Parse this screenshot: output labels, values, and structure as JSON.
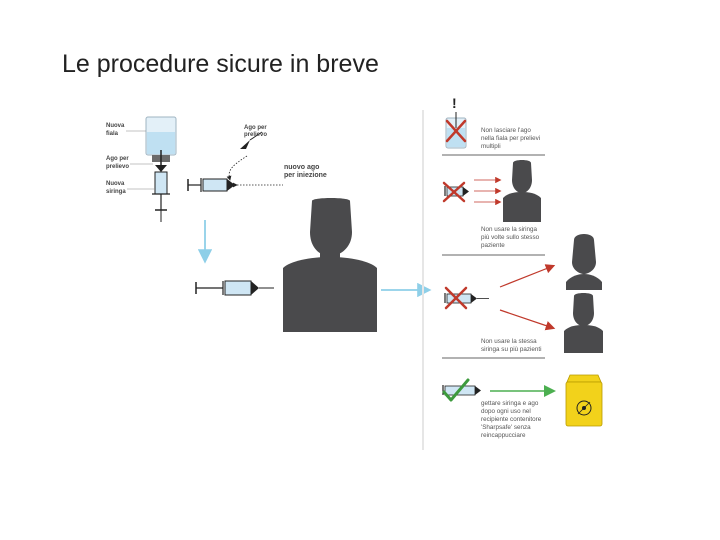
{
  "slide": {
    "title": "Le procedure sicure in breve"
  },
  "left_panel": {
    "labels": {
      "vial": [
        "Nuova",
        "fiala"
      ],
      "needle_draw": [
        "Ago per",
        "prelievo"
      ],
      "syringe": [
        "Nuova",
        "siringa"
      ],
      "needle_draw_small": [
        "Ago per",
        "prelievo"
      ],
      "needle_inject": [
        "nuovo ago",
        "per iniezione"
      ]
    }
  },
  "right_panel": {
    "warning_mark": "!",
    "captions": {
      "no_vial": [
        "Non lasciare l'ago",
        "nella fiala per prelievi",
        "multipli"
      ],
      "no_reuse_same": [
        "Non usare la siringa",
        "più volte sullo stesso",
        "paziente"
      ],
      "no_multi_patient": [
        "Non usare la stessa",
        "siringa su più pazienti"
      ],
      "dispose": [
        "gettare siringa e ago",
        "dopo ogni uso nel",
        "recipiente contenitore",
        "'Sharpsafe' senza",
        "reincappucciare"
      ]
    }
  },
  "colors": {
    "silhouette": "#4a4a4c",
    "arrow_blue": "#8ecfe8",
    "arrow_red": "#c0392b",
    "arrow_green": "#4caf50",
    "cross_red": "#c0392b",
    "check_green": "#3d9a3d",
    "container_yellow": "#f2d21b",
    "syringe_blue": "#cfe6f4"
  }
}
